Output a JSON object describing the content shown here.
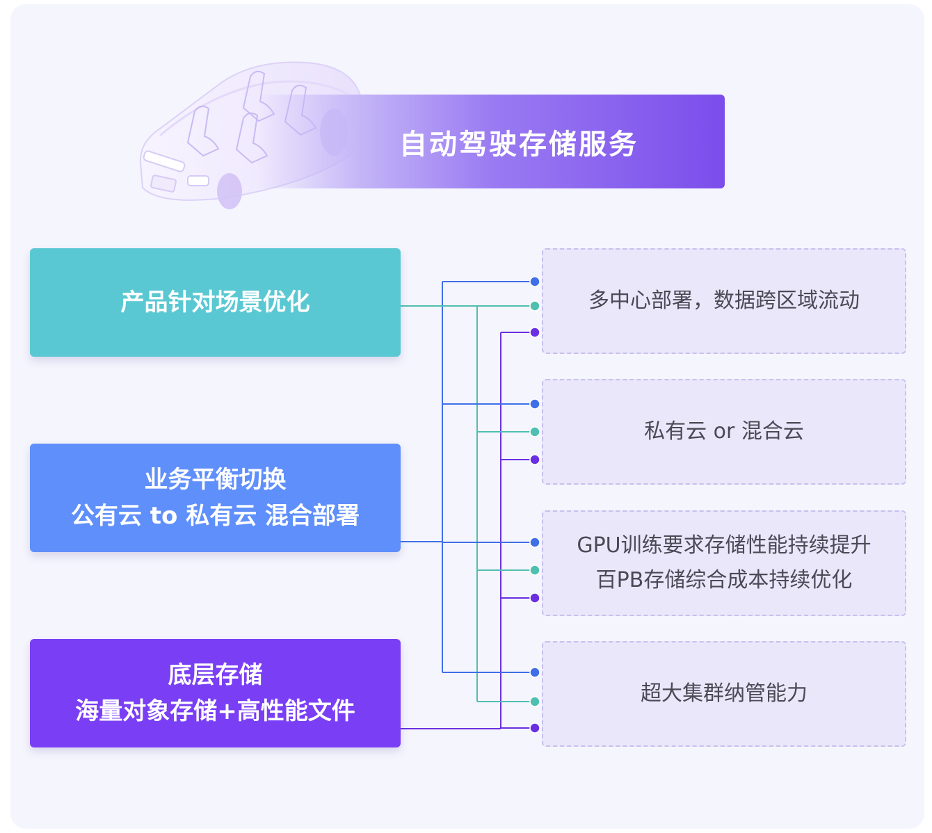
{
  "title": "自动驾驶存储服务",
  "sources": [
    {
      "lines": [
        "产品针对场景优化"
      ],
      "color": "#5ac8d2"
    },
    {
      "lines": [
        "业务平衡切换",
        "公有云 to 私有云 混合部署"
      ],
      "color": "#5f8ffb"
    },
    {
      "lines": [
        "底层存储",
        "海量对象存储+高性能文件"
      ],
      "color": "#7a3ef5"
    }
  ],
  "targets": [
    {
      "lines": [
        "多中心部署，数据跨区域流动"
      ]
    },
    {
      "lines": [
        "私有云 or 混合云"
      ]
    },
    {
      "lines": [
        "GPU训练要求存储性能持续提升",
        "百PB存储综合成本持续优化"
      ]
    },
    {
      "lines": [
        "超大集群纳管能力"
      ]
    }
  ],
  "connector_colors": [
    "#3f6fe8",
    "#4fbfb0",
    "#6a2fe0"
  ],
  "decoration": {
    "illustration": "car-seats-illustration"
  }
}
